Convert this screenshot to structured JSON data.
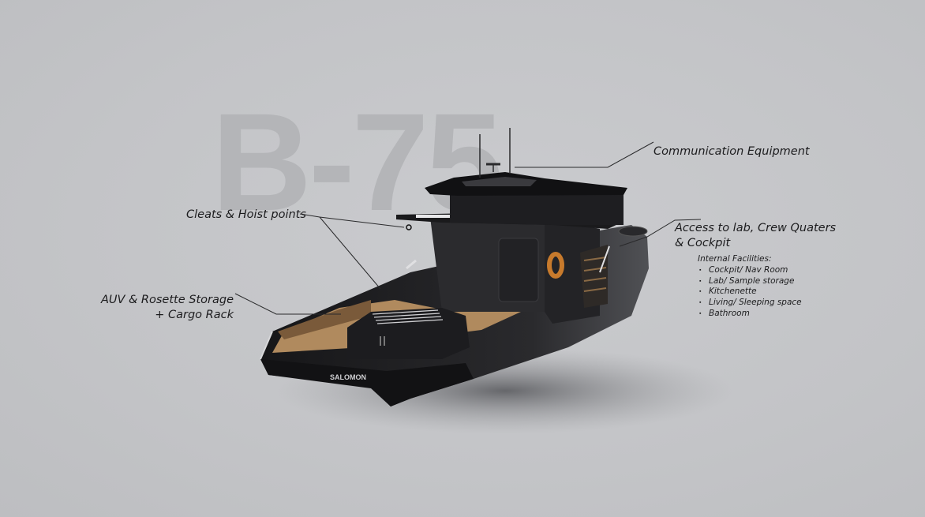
{
  "watermark": "B-75",
  "brand_on_hull": "SALOMON",
  "labels": {
    "communication": "Communication Equipment",
    "cleats": "Cleats & Hoist points",
    "auv_line1": "AUV & Rosette Storage",
    "auv_line2": "+ Cargo Rack",
    "access_line1": "Access to lab, Crew Quaters",
    "access_line2": "& Cockpit",
    "facilities_title": "Internal Facilities:",
    "facilities": [
      "Cockpit/ Nav Room",
      "Lab/ Sample storage",
      "Kitchenette",
      "Living/ Sleeping space",
      "Bathroom"
    ]
  },
  "colors": {
    "background": "#c4c5c8",
    "hull": "#1e1e20",
    "deck": "#b08a5e",
    "lifebuoy": "#c77a2c"
  }
}
